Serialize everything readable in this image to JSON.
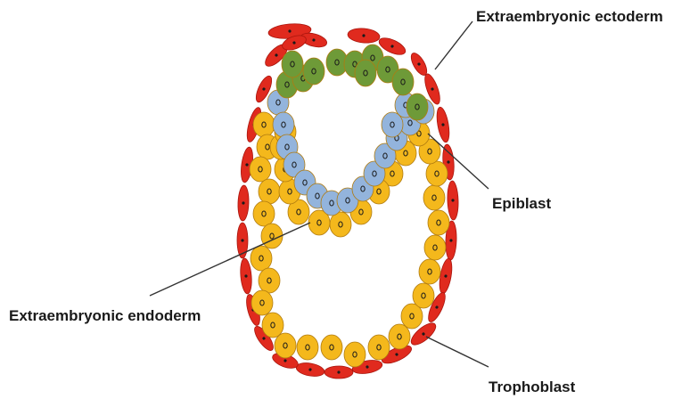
{
  "labels": {
    "ectoderm": "Extraembryonic ectoderm",
    "epiblast": "Epiblast",
    "endoderm": "Extraembryonic endoderm",
    "trophoblast": "Trophoblast"
  },
  "colors": {
    "trophoblast": "#e02a1e",
    "ectoderm": "#6e9a38",
    "epiblast": "#93b4dc",
    "endoderm": "#f4b81c",
    "cell_outline": "#b07b10",
    "nucleus": "#1a1a1a",
    "leader_line": "#333333"
  }
}
